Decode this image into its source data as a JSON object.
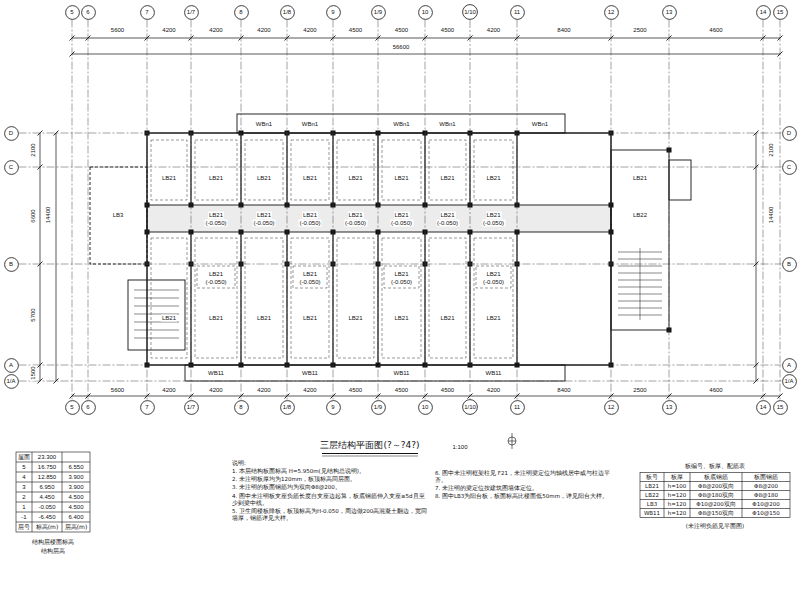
{
  "diagram": {
    "title": "三层结构平面图(?～?4?)",
    "nodes": [
      {
        "text": [
          "5"
        ]
      },
      {
        "text": [
          "6"
        ]
      },
      {
        "text": [
          "7"
        ]
      },
      {
        "text": [
          "1/7"
        ]
      },
      {
        "text": [
          "8"
        ]
      },
      {
        "text": [
          "1/8"
        ]
      },
      {
        "text": [
          "9"
        ]
      },
      {
        "text": [
          "1/9"
        ]
      },
      {
        "text": [
          "10"
        ]
      },
      {
        "text": [
          "1/10"
        ]
      },
      {
        "text": [
          "11"
        ]
      },
      {
        "text": [
          "12"
        ]
      },
      {
        "text": [
          "13"
        ]
      },
      {
        "text": [
          "14"
        ]
      },
      {
        "text": [
          "15"
        ]
      },
      {
        "text": [
          "D"
        ]
      },
      {
        "text": [
          "C"
        ]
      },
      {
        "text": [
          "B"
        ]
      },
      {
        "text": [
          "A"
        ]
      },
      {
        "text": [
          "1/A"
        ]
      },
      {
        "text": [
          "D"
        ]
      },
      {
        "text": [
          "C"
        ]
      },
      {
        "text": [
          "B"
        ]
      },
      {
        "text": [
          "A"
        ]
      },
      {
        "text": [
          "1/A"
        ]
      },
      {
        "text": [
          "5"
        ]
      },
      {
        "text": [
          "6"
        ]
      },
      {
        "text": [
          "7"
        ]
      },
      {
        "text": [
          "1/7"
        ]
      },
      {
        "text": [
          "8"
        ]
      },
      {
        "text": [
          "1/8"
        ]
      },
      {
        "text": [
          "9"
        ]
      },
      {
        "text": [
          "1/9"
        ]
      },
      {
        "text": [
          "10"
        ]
      },
      {
        "text": [
          "1/10"
        ]
      },
      {
        "text": [
          "11"
        ]
      },
      {
        "text": [
          "12"
        ]
      },
      {
        "text": [
          "13"
        ]
      },
      {
        "text": [
          "14"
        ]
      },
      {
        "text": [
          "15"
        ]
      }
    ],
    "edges": [
      {
        "from": 0,
        "to": 25,
        "arrow": "none"
      },
      {
        "from": 1,
        "to": 26,
        "arrow": "none"
      },
      {
        "from": 2,
        "to": 27,
        "arrow": "none"
      },
      {
        "from": 3,
        "to": 28,
        "arrow": "none"
      },
      {
        "from": 4,
        "to": 29,
        "arrow": "none"
      },
      {
        "from": 5,
        "to": 30,
        "arrow": "none"
      },
      {
        "from": 6,
        "to": 31,
        "arrow": "none"
      },
      {
        "from": 7,
        "to": 32,
        "arrow": "none"
      },
      {
        "from": 8,
        "to": 33,
        "arrow": "none"
      },
      {
        "from": 9,
        "to": 34,
        "arrow": "none"
      },
      {
        "from": 10,
        "to": 35,
        "arrow": "none"
      },
      {
        "from": 11,
        "to": 36,
        "arrow": "none"
      },
      {
        "from": 12,
        "to": 37,
        "arrow": "none"
      },
      {
        "from": 13,
        "to": 38,
        "arrow": "none"
      },
      {
        "from": 14,
        "to": 39,
        "arrow": "none"
      },
      {
        "from": 15,
        "to": 20,
        "arrow": "none"
      },
      {
        "from": 16,
        "to": 21,
        "arrow": "none"
      },
      {
        "from": 17,
        "to": 22,
        "arrow": "none"
      },
      {
        "from": 18,
        "to": 23,
        "arrow": "none"
      },
      {
        "from": 19,
        "to": 24,
        "arrow": "none"
      }
    ],
    "labels": [
      "5600",
      "4200",
      "4200",
      "4200",
      "4200",
      "4500",
      "4500",
      "4500",
      "4200",
      "8400",
      "2500",
      "4600",
      "56600",
      "5600",
      "4200",
      "4200",
      "4200",
      "4200",
      "4500",
      "4500",
      "4500",
      "4200",
      "8400",
      "2500",
      "4600",
      "2100",
      "6600",
      "5700",
      "1500",
      "14400",
      "2100",
      "14400",
      "WBn1",
      "WBn1",
      "WBn1",
      "WBn1",
      "WBn1",
      "LB21",
      "LB21",
      "LB21",
      "LB21",
      "LB21",
      "LB21",
      "LB21",
      "LB21",
      "LB21",
      "(-0.050)",
      "LB21",
      "(-0.050)",
      "LB21",
      "(-0.050)",
      "LB21",
      "(-0.050)",
      "LB21",
      "(-0.050)",
      "LB21",
      "(-0.050)",
      "LB21",
      "(-0.050)",
      "LB21",
      "(-0.050)",
      "LB21",
      "(-0.050)",
      "LB21",
      "(-0.050)",
      "LB21",
      "(-0.050)",
      "LB21",
      "LB21",
      "LB21",
      "LB21",
      "LB21",
      "LB21",
      "LB21",
      "LB21",
      "WB11",
      "WB11",
      "WB11",
      "WB11",
      "LB21",
      "LB22",
      "LB3",
      "1:100",
      "屋面",
      "23.300",
      "5",
      "16.750",
      "6.550",
      "4",
      "12.850",
      "3.900",
      "3",
      "6.950",
      "3.900",
      "2",
      "4.450",
      "4.500",
      "1",
      "-0.050",
      "4.500",
      "-1",
      "-6.450",
      "6.400",
      "层号",
      "标高(m)",
      "层高(m)",
      "结构层楼面标高",
      "结构层高",
      "说明:",
      "1. 本层结构板面标高 H=5.950m(见结构总说明)。",
      "2. 未注明板厚均为120mm，板顶标高同层面。",
      "3. 未注明的板面钢筋均为双向Φ8@200。",
      "4. 图中未注明板支座负筋长度自支座边起算，板底钢筋伸入支座≥5d且至少到梁中线。",
      "5. 卫生间楼板降板，板顶标高为H-0.050，周边做200高混凝土翻边，宽同墙厚，钢筋详见大样。",
      "6. 图中未注明框架柱见 F21，未注明梁定位均轴线居中或与柱边平齐。",
      "7. 未注明的梁定位按建筑图墙体定位。",
      "8. 图中LB3为阳台板，板面标高比楼面低50mm，详见阳台大样。",
      "板编号、板厚、配筋表",
      "板号",
      "板厚",
      "板底钢筋",
      "板面钢筋",
      "LB21",
      "h=100",
      "Φ8@200双向",
      "Φ8@200",
      "LB22",
      "h=120",
      "Φ8@180双向",
      "Φ8@180",
      "LB3",
      "h=120",
      "Φ10@200双向",
      "Φ10@200",
      "WB11",
      "h=120",
      "Φ8@150双向",
      "Φ10@150",
      "(未注明负筋见平面图)"
    ]
  }
}
